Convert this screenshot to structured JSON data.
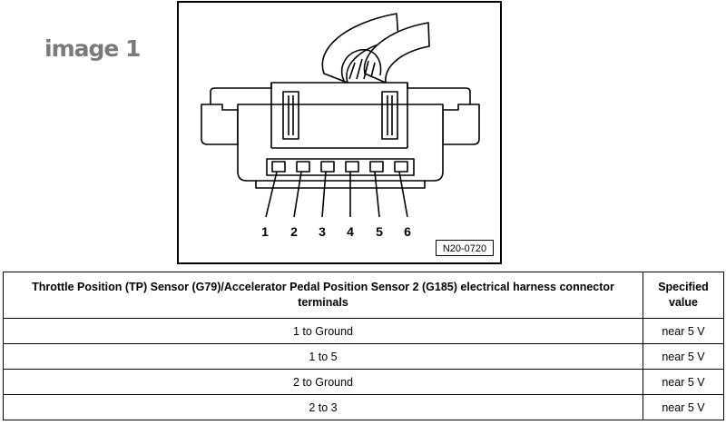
{
  "image_label": "image 1",
  "figure": {
    "pins": [
      "1",
      "2",
      "3",
      "4",
      "5",
      "6"
    ],
    "ref_code": "N20-0720"
  },
  "table": {
    "headers": [
      "Throttle Position (TP) Sensor (G79)/Accelerator Pedal Position Sensor 2 (G185) electrical harness connector terminals",
      "Specified value"
    ],
    "rows": [
      {
        "terminals": "1 to Ground",
        "value": "near 5 V"
      },
      {
        "terminals": "1 to 5",
        "value": "near 5 V"
      },
      {
        "terminals": "2 to Ground",
        "value": "near 5 V"
      },
      {
        "terminals": "2 to 3",
        "value": "near 5 V"
      }
    ]
  }
}
